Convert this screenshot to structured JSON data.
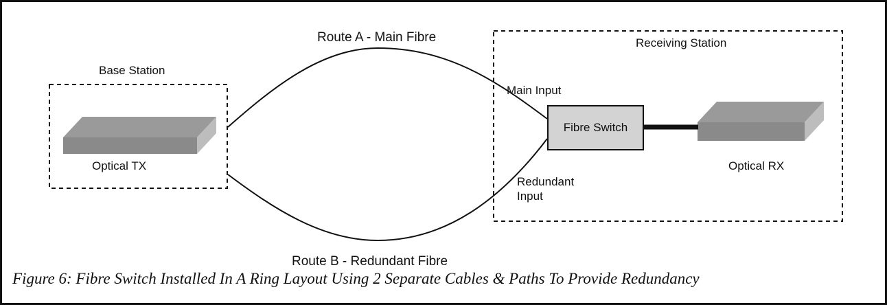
{
  "labels": {
    "route_a": "Route A - Main Fibre",
    "route_b": "Route B - Redundant Fibre",
    "base_station": "Base Station",
    "receiving_station": "Receiving Station",
    "optical_tx": "Optical TX",
    "optical_rx": "Optical RX",
    "fibre_switch": "Fibre Switch",
    "main_input": "Main Input",
    "redundant_input_line1": "Redundant",
    "redundant_input_line2": "Input"
  },
  "caption": "Figure 6: Fibre Switch Installed In A Ring Layout Using 2 Separate Cables & Paths To Provide Redundancy",
  "colors": {
    "line": "#111111",
    "device_top": "#9a9a9a",
    "device_front": "#8a8a8a",
    "device_side": "#bdbdbd",
    "switch_fill": "#d3d3d3"
  }
}
